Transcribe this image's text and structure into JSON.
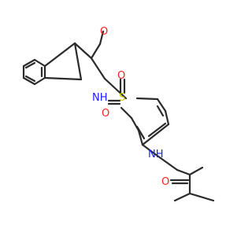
{
  "molecule": {
    "colors": {
      "bond": "#2b2b2b",
      "O": "#ff2020",
      "N": "#2020ff",
      "S": "#cccc00",
      "H": "#2020ff"
    },
    "labels": {
      "o_methoxy": "O",
      "nh_sulfonamide": "NH",
      "s": "S",
      "o_s_top": "O",
      "o_s_left": "O",
      "nh_amide": "NH",
      "o_amide": "O"
    }
  }
}
